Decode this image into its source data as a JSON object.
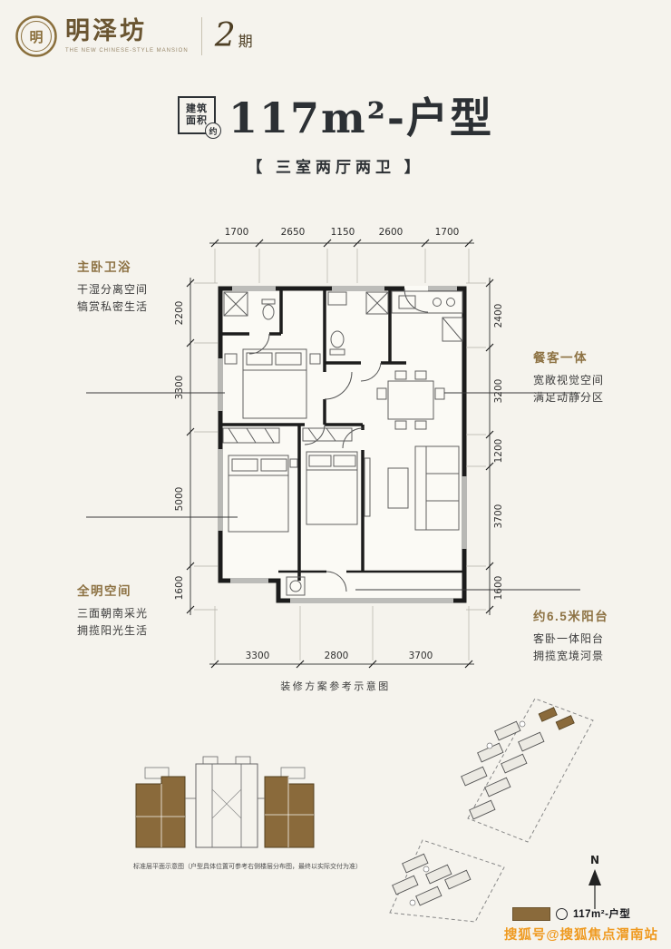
{
  "brand": {
    "name": "明泽坊",
    "tagline": "THE NEW CHINESE-STYLE MANSION",
    "phase_num": "2",
    "phase_unit": "期",
    "logo_char": "明"
  },
  "title": {
    "badge_top": "建筑",
    "badge_bottom": "面积",
    "badge_circle": "约",
    "main": "117m²-户型",
    "subtitle": "【 三室两厅两卫 】"
  },
  "plan": {
    "dims_top": [
      "1700",
      "2650",
      "1150",
      "2600",
      "1700"
    ],
    "dims_left": [
      "2200",
      "3300",
      "5000",
      "1600"
    ],
    "dims_right": [
      "2400",
      "3200",
      "1200",
      "3700",
      "1600"
    ],
    "dims_bottom": [
      "3300",
      "2800",
      "3700"
    ],
    "caption": "装修方案参考示意图"
  },
  "annotations": [
    {
      "title": "主卧卫浴",
      "line1": "干湿分离空间",
      "line2": "犒赏私密生活"
    },
    {
      "title": "餐客一体",
      "line1": "宽敞视觉空间",
      "line2": "满足动静分区"
    },
    {
      "title": "全明空间",
      "line1": "三面朝南采光",
      "line2": "拥揽阳光生活"
    },
    {
      "title": "约6.5米阳台",
      "line1": "客卧一体阳台",
      "line2": "拥揽宽境河景"
    }
  ],
  "footer": {
    "floorplate_caption": "标准层平面示意图（户型具体位置可参考右侧楼层分布图，最终以实际交付为准）",
    "north_label": "N",
    "legend_label": "117m²-户型",
    "watermark": "搜狐号@搜狐焦点渭南站"
  },
  "colors": {
    "accent_gold": "#8d7243",
    "brown": "#8a6a3b",
    "charcoal": "#2c3034",
    "watermark_orange": "#ef9a20"
  }
}
